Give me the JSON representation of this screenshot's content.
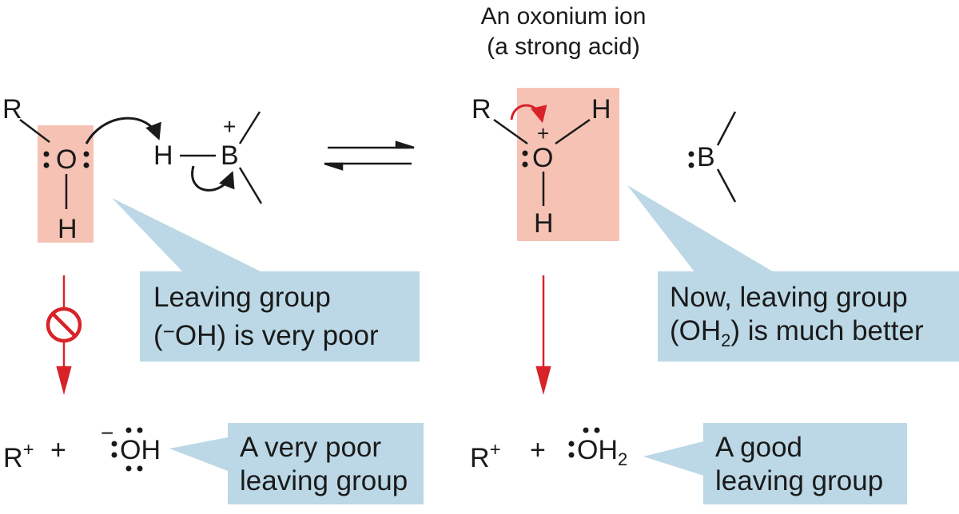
{
  "title": {
    "line1": "An oxonium ion",
    "line2": "(a strong acid)"
  },
  "atoms": {
    "R": "R",
    "O": "O",
    "H": "H",
    "B": "B",
    "plus": "+"
  },
  "products_left": {
    "cation": "R",
    "cation_charge": "+",
    "plus_sign": "+",
    "anion_charge": "−",
    "anion": "OH"
  },
  "products_right": {
    "cation": "R",
    "cation_charge": "+",
    "plus_sign": "+",
    "water_O": "OH",
    "water_sub": "2"
  },
  "callouts": {
    "left_upper": {
      "line1": "Leaving group",
      "line2_a": "(",
      "line2_charge": "−",
      "line2_b": "OH) is very poor"
    },
    "right_upper": {
      "line1": "Now, leaving group",
      "line2_a": "(OH",
      "line2_sub": "2",
      "line2_b": ") is much better"
    },
    "left_lower": {
      "line1": "A very poor",
      "line2": "leaving group"
    },
    "right_lower": {
      "line1": "A good",
      "line2": "leaving group"
    }
  },
  "colors": {
    "highlight": "#f6c2b4",
    "callout": "#bcd8e6",
    "red_arrow": "#d8232a",
    "black": "#1a1a1a"
  },
  "icons": {
    "no_reaction": "prohibition-icon",
    "equilibrium": "equilibrium-arrows-icon"
  }
}
